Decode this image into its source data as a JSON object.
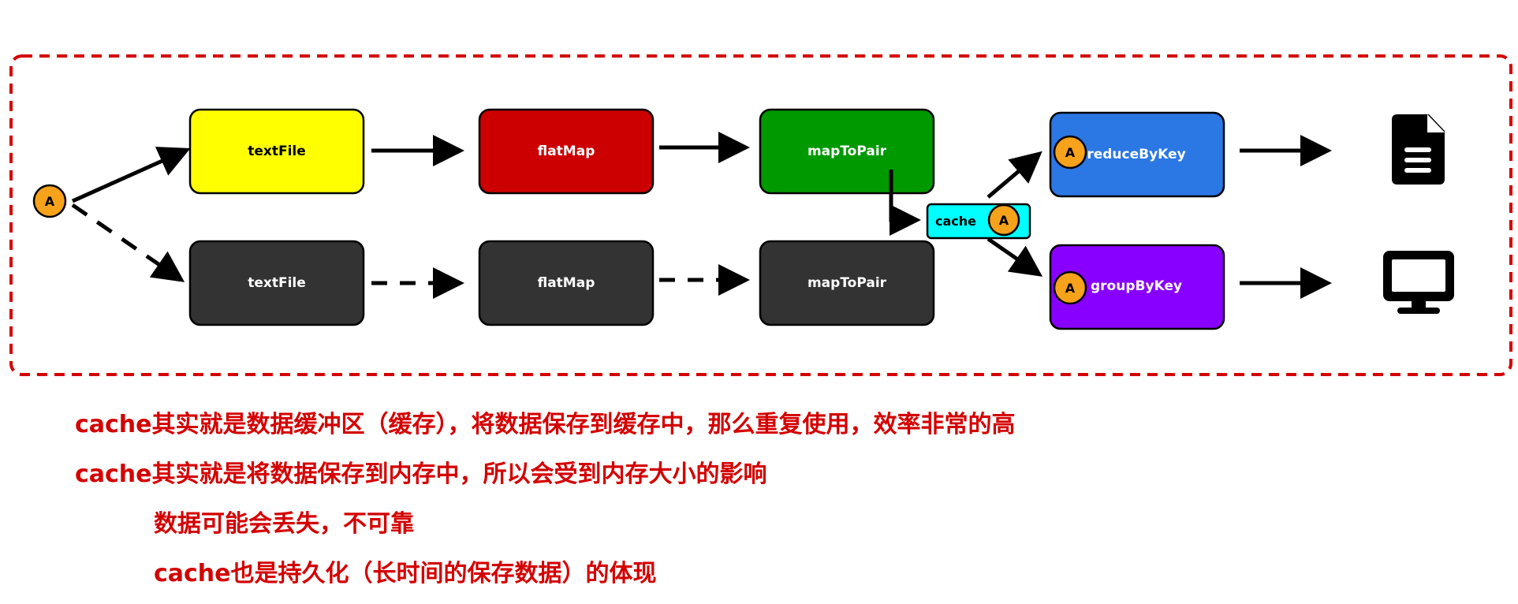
{
  "diagram": {
    "colors": {
      "border": "#d40000",
      "textFile": "#ffff00",
      "flatMap": "#cc0000",
      "mapToPair": "#009900",
      "reduceByKey": "#2b77e4",
      "groupByKey": "#8800ff",
      "inactive": "#333333",
      "cache": "#00ffff",
      "badge": "#f7a21b"
    },
    "top_row": {
      "textFile": "textFile",
      "flatMap": "flatMap",
      "mapToPair": "mapToPair"
    },
    "bottom_row": {
      "textFile": "textFile",
      "flatMap": "flatMap",
      "mapToPair": "mapToPair"
    },
    "cache_label": "cache",
    "reduce_label": "reduceByKey",
    "group_label": "groupByKey",
    "badge_letter": "A",
    "icons": {
      "output_top": "document-icon",
      "output_bottom": "monitor-icon"
    }
  },
  "notes": [
    "cache其实就是数据缓冲区（缓存），将数据保存到缓存中，那么重复使用，效率非常的高",
    "cache其实就是将数据保存到内存中，所以会受到内存大小的影响",
    "数据可能会丢失，不可靠",
    "cache也是持久化（长时间的保存数据）的体现"
  ]
}
